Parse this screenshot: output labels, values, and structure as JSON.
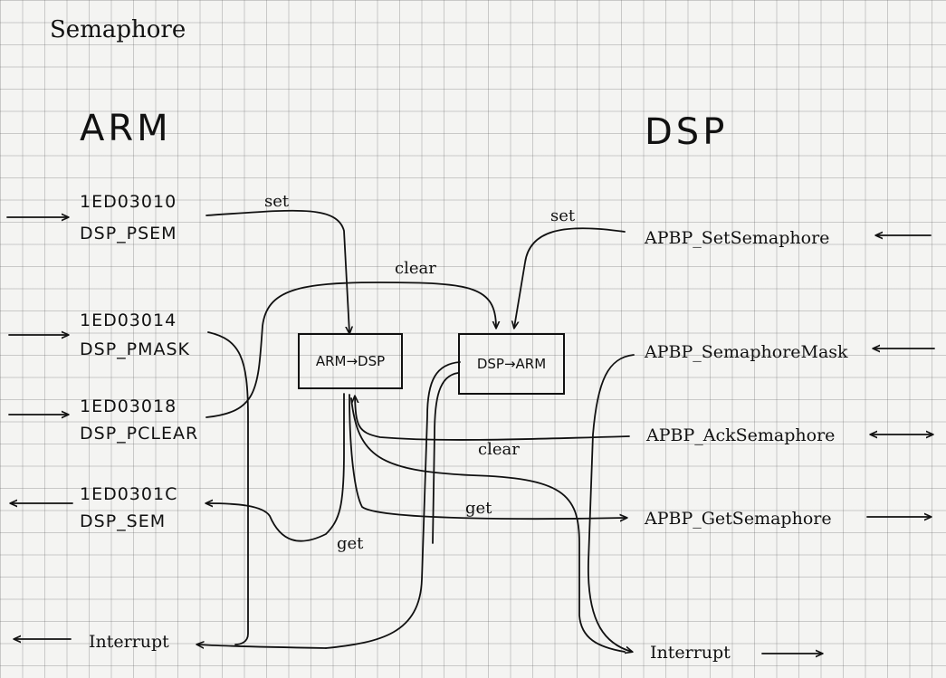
{
  "title": "Semaphore",
  "arm": {
    "heading": "ARM",
    "registers": [
      {
        "addr": "1ED03010",
        "name": "DSP_PSEM"
      },
      {
        "addr": "1ED03014",
        "name": "DSP_PMASK"
      },
      {
        "addr": "1ED03018",
        "name": "DSP_PCLEAR"
      },
      {
        "addr": "1ED0301C",
        "name": "DSP_SEM"
      }
    ],
    "interrupt": "Interrupt"
  },
  "dsp": {
    "heading": "DSP",
    "apis": [
      "APBP_SetSemaphore",
      "APBP_SemaphoreMask",
      "APBP_AckSemaphore",
      "APBP_GetSemaphore"
    ],
    "interrupt": "Interrupt"
  },
  "boxes": {
    "arm_to_dsp": "ARM→DSP",
    "dsp_to_arm": "DSP→ARM"
  },
  "edges": {
    "set_arm": "set",
    "set_dsp": "set",
    "clear_top": "clear",
    "clear_bottom": "clear",
    "get_dsp": "get",
    "get_arm": "get"
  }
}
